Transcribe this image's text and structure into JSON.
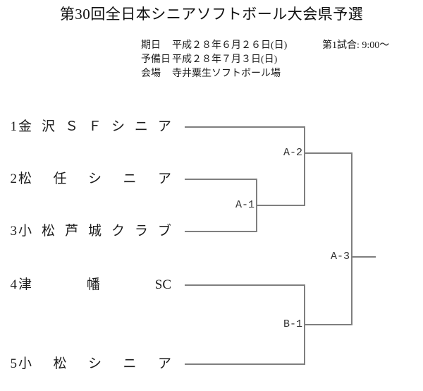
{
  "page": {
    "title": "第30回全日本シニアソフトボール大会県予選",
    "colors": {
      "background": "#ffffff",
      "line": "#7f7f7f",
      "text": "#1c1c1c"
    }
  },
  "info": {
    "rows": [
      {
        "label": "期日",
        "value": "平成２８年６月２６日(日)"
      },
      {
        "label": "予備日",
        "value": "平成２８年７月３日(日)"
      },
      {
        "label": "会場",
        "value": "寺井粟生ソフトボール場"
      }
    ],
    "first_game": "第1試合: 9:00～"
  },
  "bracket": {
    "teams": [
      {
        "seed": "1",
        "name": "金 沢 Ｓ Ｆ シ ニ ア"
      },
      {
        "seed": "2",
        "name": "松 任 シ ニ ア"
      },
      {
        "seed": "3",
        "name": "小 松 芦 城 ク ラ ブ"
      },
      {
        "seed": "4",
        "name": "津 幡 SC"
      },
      {
        "seed": "5",
        "name": "小 松 シ ニ ア"
      }
    ],
    "matches": [
      {
        "id": "A-1"
      },
      {
        "id": "A-2"
      },
      {
        "id": "B-1"
      },
      {
        "id": "A-3"
      }
    ]
  }
}
